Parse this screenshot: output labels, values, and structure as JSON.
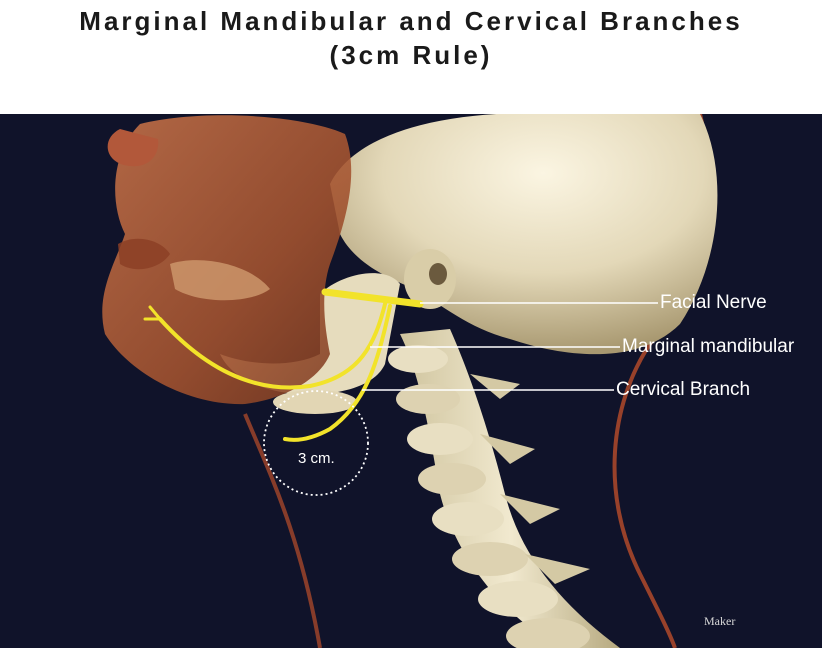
{
  "title": {
    "line1": "Marginal Mandibular and Cervical Branches",
    "line2": "(3cm Rule)"
  },
  "labels": {
    "facial_nerve": "Facial Nerve",
    "marginal_mandibular": "Marginal mandibular",
    "cervical_branch": "Cervical Branch",
    "distance": "3 cm."
  },
  "signature": "Maker",
  "colors": {
    "background": "#10132a",
    "nerve": "#f2e32a",
    "bone": "#e8dfc2",
    "soft_tissue": "#b8603a",
    "leader_line": "#ffffff"
  }
}
